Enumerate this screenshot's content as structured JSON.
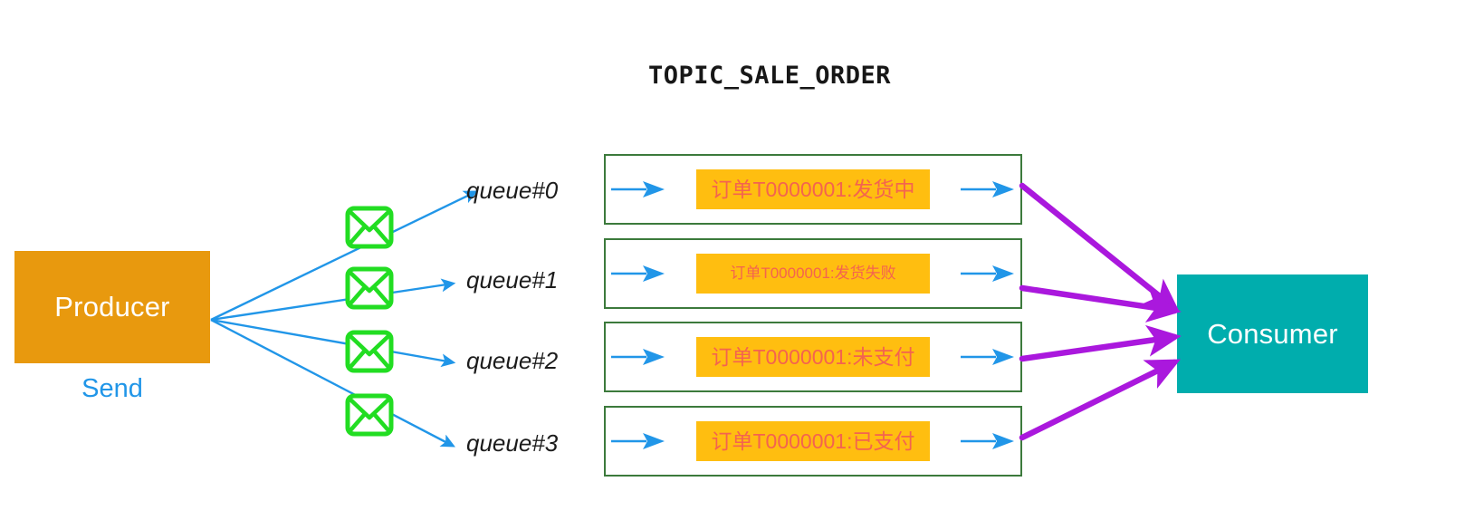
{
  "diagram": {
    "title": "TOPIC_SALE_ORDER",
    "colors": {
      "producer_fill": "#E8990E",
      "consumer_fill": "#00ADAD",
      "message_fill": "#FFBE10",
      "message_text": "#F4634F",
      "queue_border": "#3C7A3C",
      "envelope_stroke": "#22DD22",
      "blue_arrow": "#2196E8",
      "purple_arrow": "#AA18DD",
      "send_text": "#2196E8",
      "title_text": "#171717"
    }
  },
  "producer": {
    "label": "Producer",
    "action_label": "Send"
  },
  "consumer": {
    "label": "Consumer"
  },
  "queues": [
    {
      "name": "queue#0",
      "message": "订单T0000001:发货中",
      "text_size": "size-lg"
    },
    {
      "name": "queue#1",
      "message": "订单T0000001:发货失败",
      "text_size": "size-sm"
    },
    {
      "name": "queue#2",
      "message": "订单T0000001:未支付",
      "text_size": "size-lg"
    },
    {
      "name": "queue#3",
      "message": "订单T0000001:已支付",
      "text_size": "size-lg"
    }
  ],
  "icons": {
    "envelope": "envelope-icon",
    "blue_arrow": "blue-arrow-icon",
    "purple_arrow": "purple-arrow-icon"
  }
}
